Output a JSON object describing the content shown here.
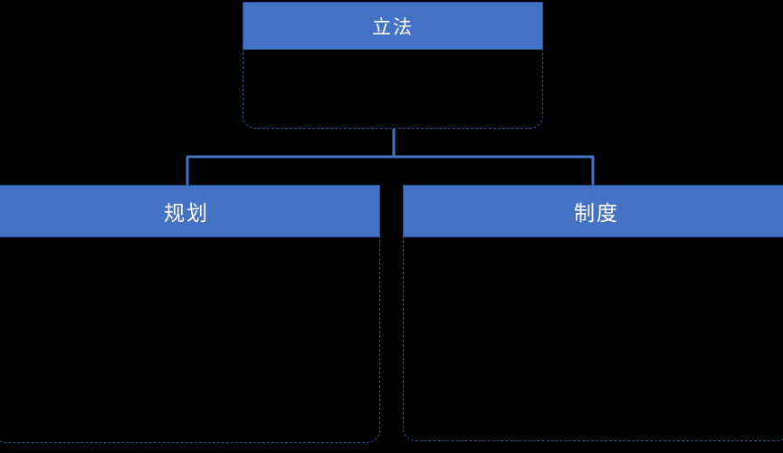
{
  "diagram": {
    "type": "org-chart",
    "background_color": "#000000",
    "accent_color": "#4472C4",
    "header_border_color": "#2E4F8F",
    "body_border_color": "#2F5597",
    "connector_color": "#4472C4",
    "header_text_color": "#FFFFFF",
    "root": {
      "label": "立法",
      "body_text": ""
    },
    "children": [
      {
        "label": "规划",
        "body_text": ""
      },
      {
        "label": "制度",
        "body_text": ""
      }
    ]
  }
}
